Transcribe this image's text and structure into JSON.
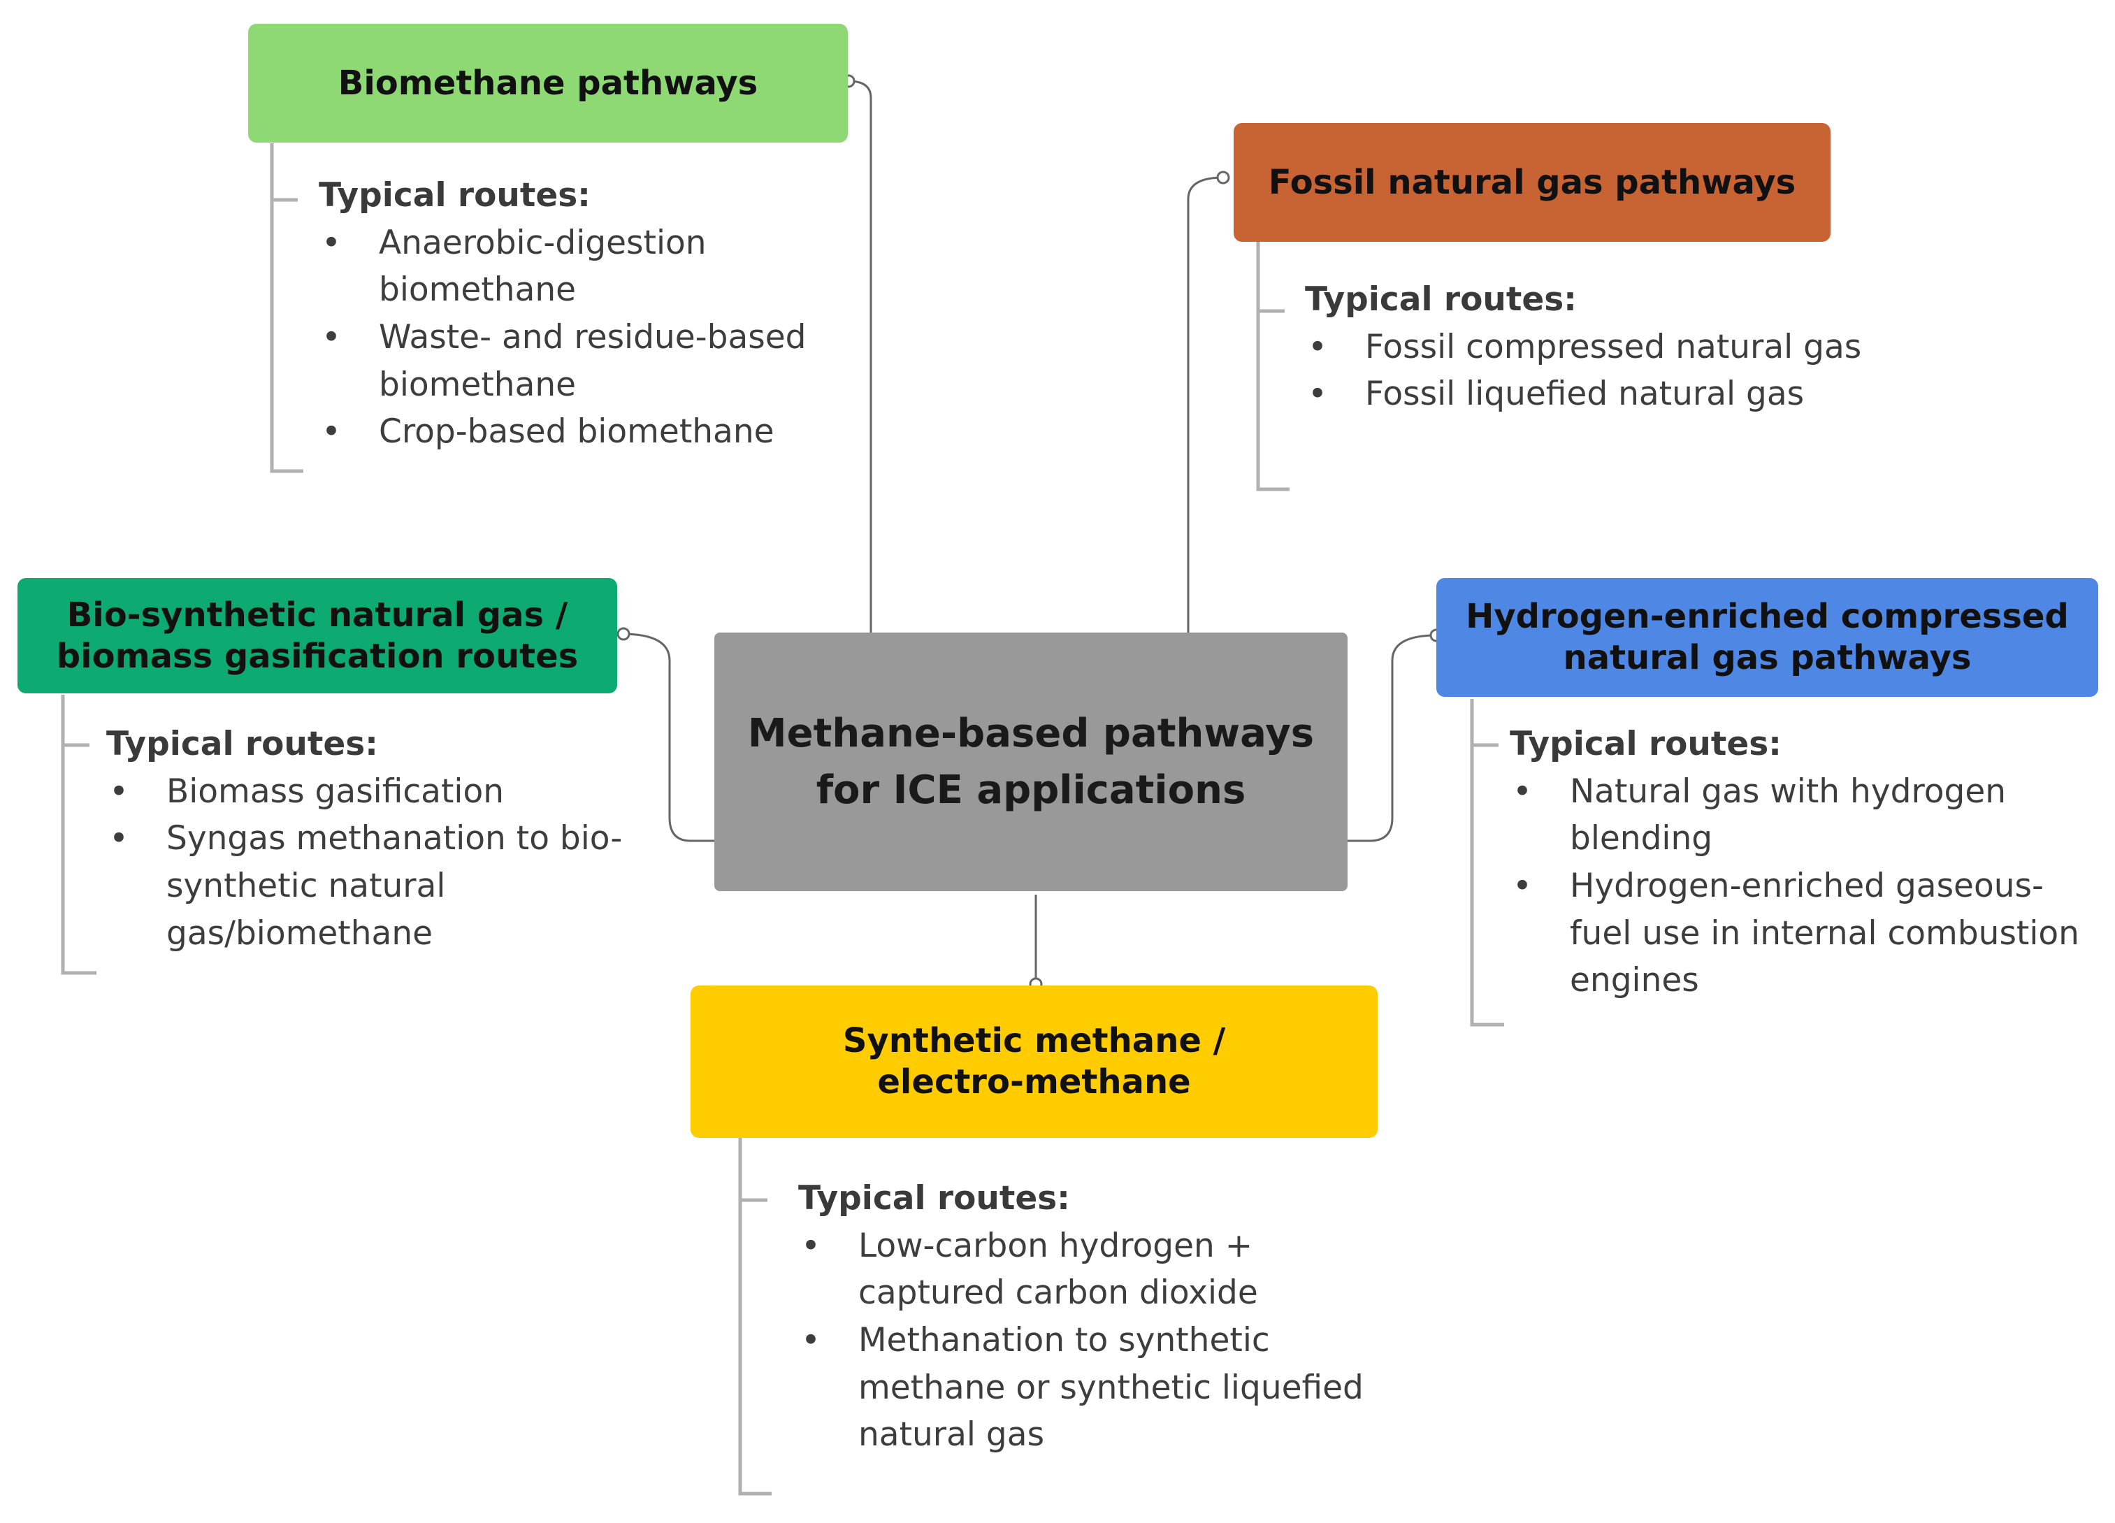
{
  "central": {
    "title": "Methane-based pathways for ICE applications",
    "color": "#999999"
  },
  "colors": {
    "connector": "#666666",
    "bracket": "#b0b0b0"
  },
  "nodes": [
    {
      "id": "biomethane",
      "title": "Biomethane pathways",
      "color": "#8fd974",
      "routes_title": "Typical routes:",
      "routes": [
        "Anaerobic-digestion biomethane",
        "Waste- and residue-based biomethane",
        "Crop-based biomethane"
      ]
    },
    {
      "id": "fossil",
      "title": "Fossil natural gas pathways",
      "color": "#c86433",
      "routes_title": "Typical routes:",
      "routes": [
        "Fossil compressed natural gas",
        "Fossil liquefied natural gas"
      ]
    },
    {
      "id": "biosng",
      "title": "Bio-synthetic natural gas / biomass gasification routes",
      "color": "#0daa72",
      "routes_title": "Typical routes:",
      "routes": [
        "Biomass gasification",
        "Syngas methanation to bio-synthetic natural gas/biomethane"
      ]
    },
    {
      "id": "hydrogen",
      "title": "Hydrogen-enriched compressed natural gas pathways",
      "color": "#4f88e4",
      "routes_title": "Typical routes:",
      "routes": [
        "Natural gas with hydrogen blending",
        "Hydrogen-enriched gaseous-fuel use in internal combustion engines"
      ]
    },
    {
      "id": "synthetic",
      "title": "Synthetic methane / electro-methane",
      "color": "#ffcc00",
      "routes_title": "Typical routes:",
      "routes": [
        "Low-carbon hydrogen + captured carbon dioxide",
        "Methanation to synthetic methane or synthetic liquefied natural gas"
      ]
    }
  ]
}
